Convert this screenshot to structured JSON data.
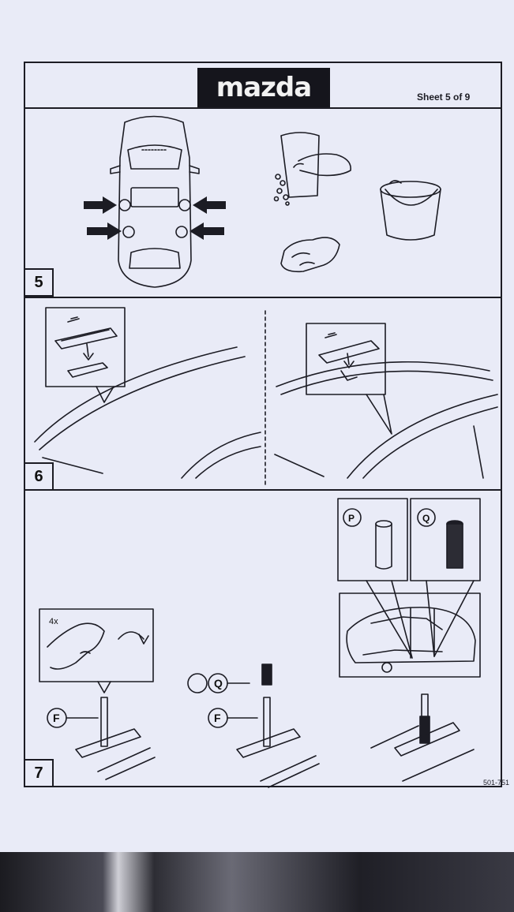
{
  "header": {
    "brand": "mazda",
    "sheet": "Sheet 5 of 9"
  },
  "steps": [
    {
      "number": "5"
    },
    {
      "number": "6"
    },
    {
      "number": "7"
    }
  ],
  "callouts": {
    "repeat": "4x",
    "part_f": "F",
    "part_q": "Q",
    "part_p": "P"
  },
  "footer": {
    "code": "501-751"
  }
}
